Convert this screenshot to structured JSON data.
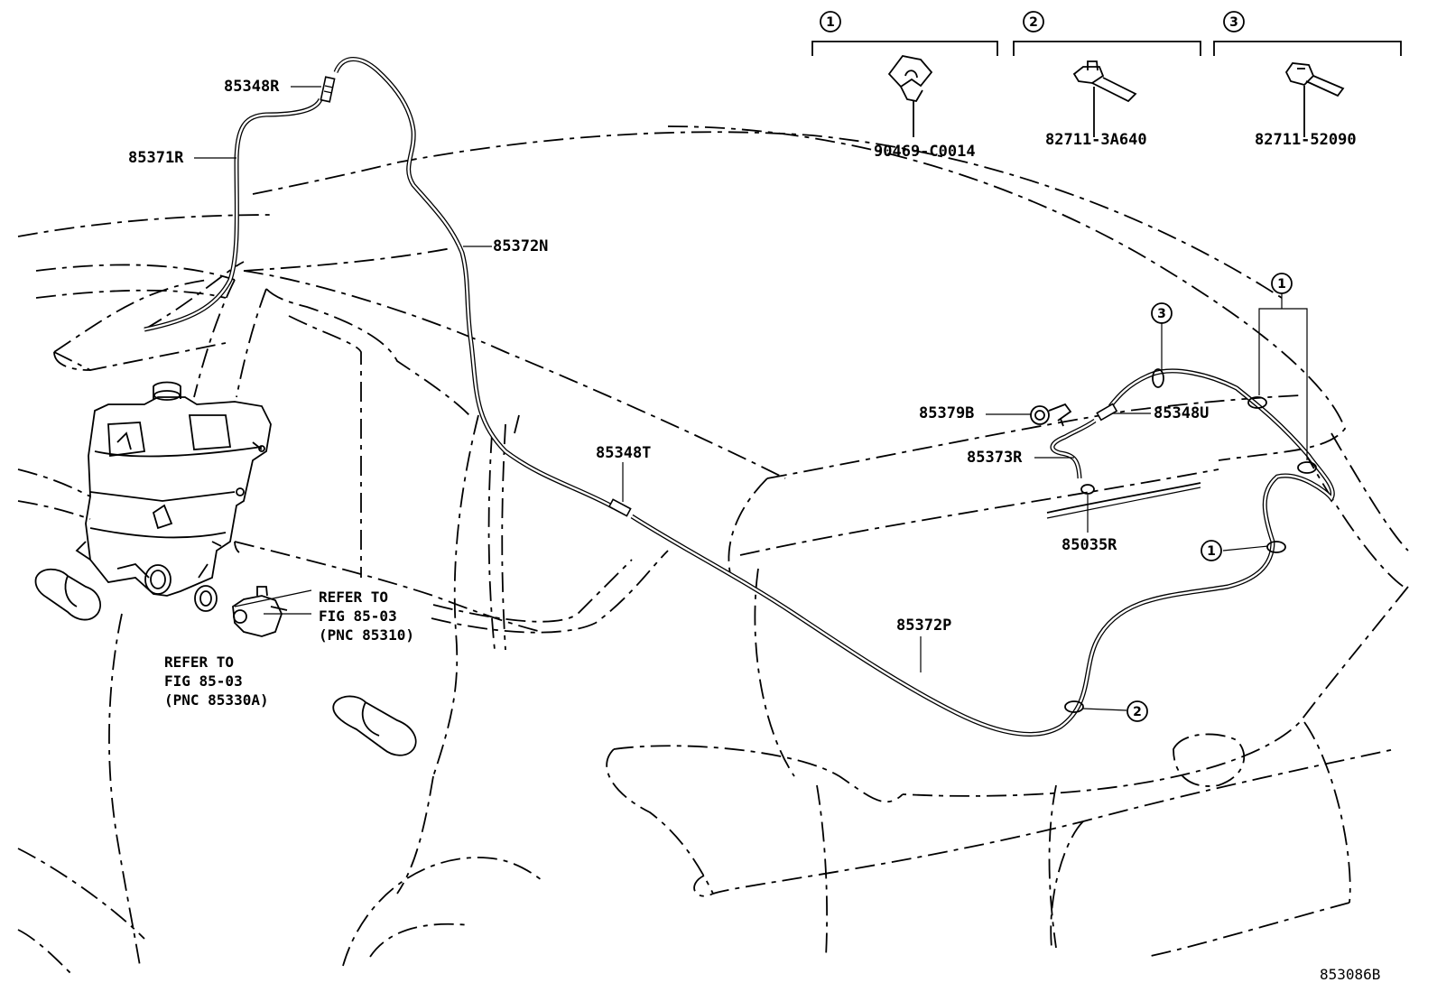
{
  "legend": [
    {
      "num": "1",
      "part": "90469-C0014"
    },
    {
      "num": "2",
      "part": "82711-3A640"
    },
    {
      "num": "3",
      "part": "82711-52090"
    }
  ],
  "labels": {
    "p85348R": "85348R",
    "p85371R": "85371R",
    "p85372N": "85372N",
    "p85348T": "85348T",
    "p85379B": "85379B",
    "p85348U": "85348U",
    "p85373R": "85373R",
    "p85035R": "85035R",
    "p85372P": "85372P"
  },
  "callouts": {
    "c1a": "1",
    "c1b": "1",
    "c2": "2",
    "c3": "3"
  },
  "refs": {
    "ref1": {
      "line1": "REFER TO",
      "line2": "FIG 85-03",
      "line3": "(PNC 85310)"
    },
    "ref2": {
      "line1": "REFER TO",
      "line2": "FIG 85-03",
      "line3": "(PNC 85330A)"
    }
  },
  "diagram_id": "853086B"
}
